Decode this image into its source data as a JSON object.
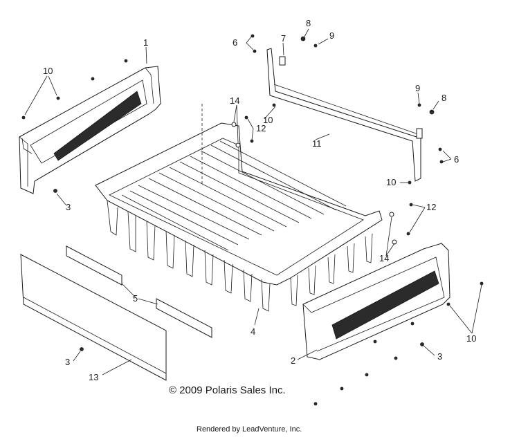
{
  "diagram": {
    "copyright": "© 2009 Polaris Sales Inc.",
    "rendered_by": "Rendered by LeadVenture, Inc."
  },
  "callouts": {
    "c1": "1",
    "c2": "2",
    "c3_left": "3",
    "c3_right": "3",
    "c3_panel": "3",
    "c4": "4",
    "c5": "5",
    "c6_top": "6",
    "c6_right": "6",
    "c7": "7",
    "c8_top": "8",
    "c8_right": "8",
    "c9_top": "9",
    "c9_right": "9",
    "c10_left": "10",
    "c10_center": "10",
    "c10_bracket": "10",
    "c10_right": "10",
    "c11": "11",
    "c12_top": "12",
    "c12_right": "12",
    "c13": "13",
    "c14_top": "14",
    "c14_right": "14"
  }
}
